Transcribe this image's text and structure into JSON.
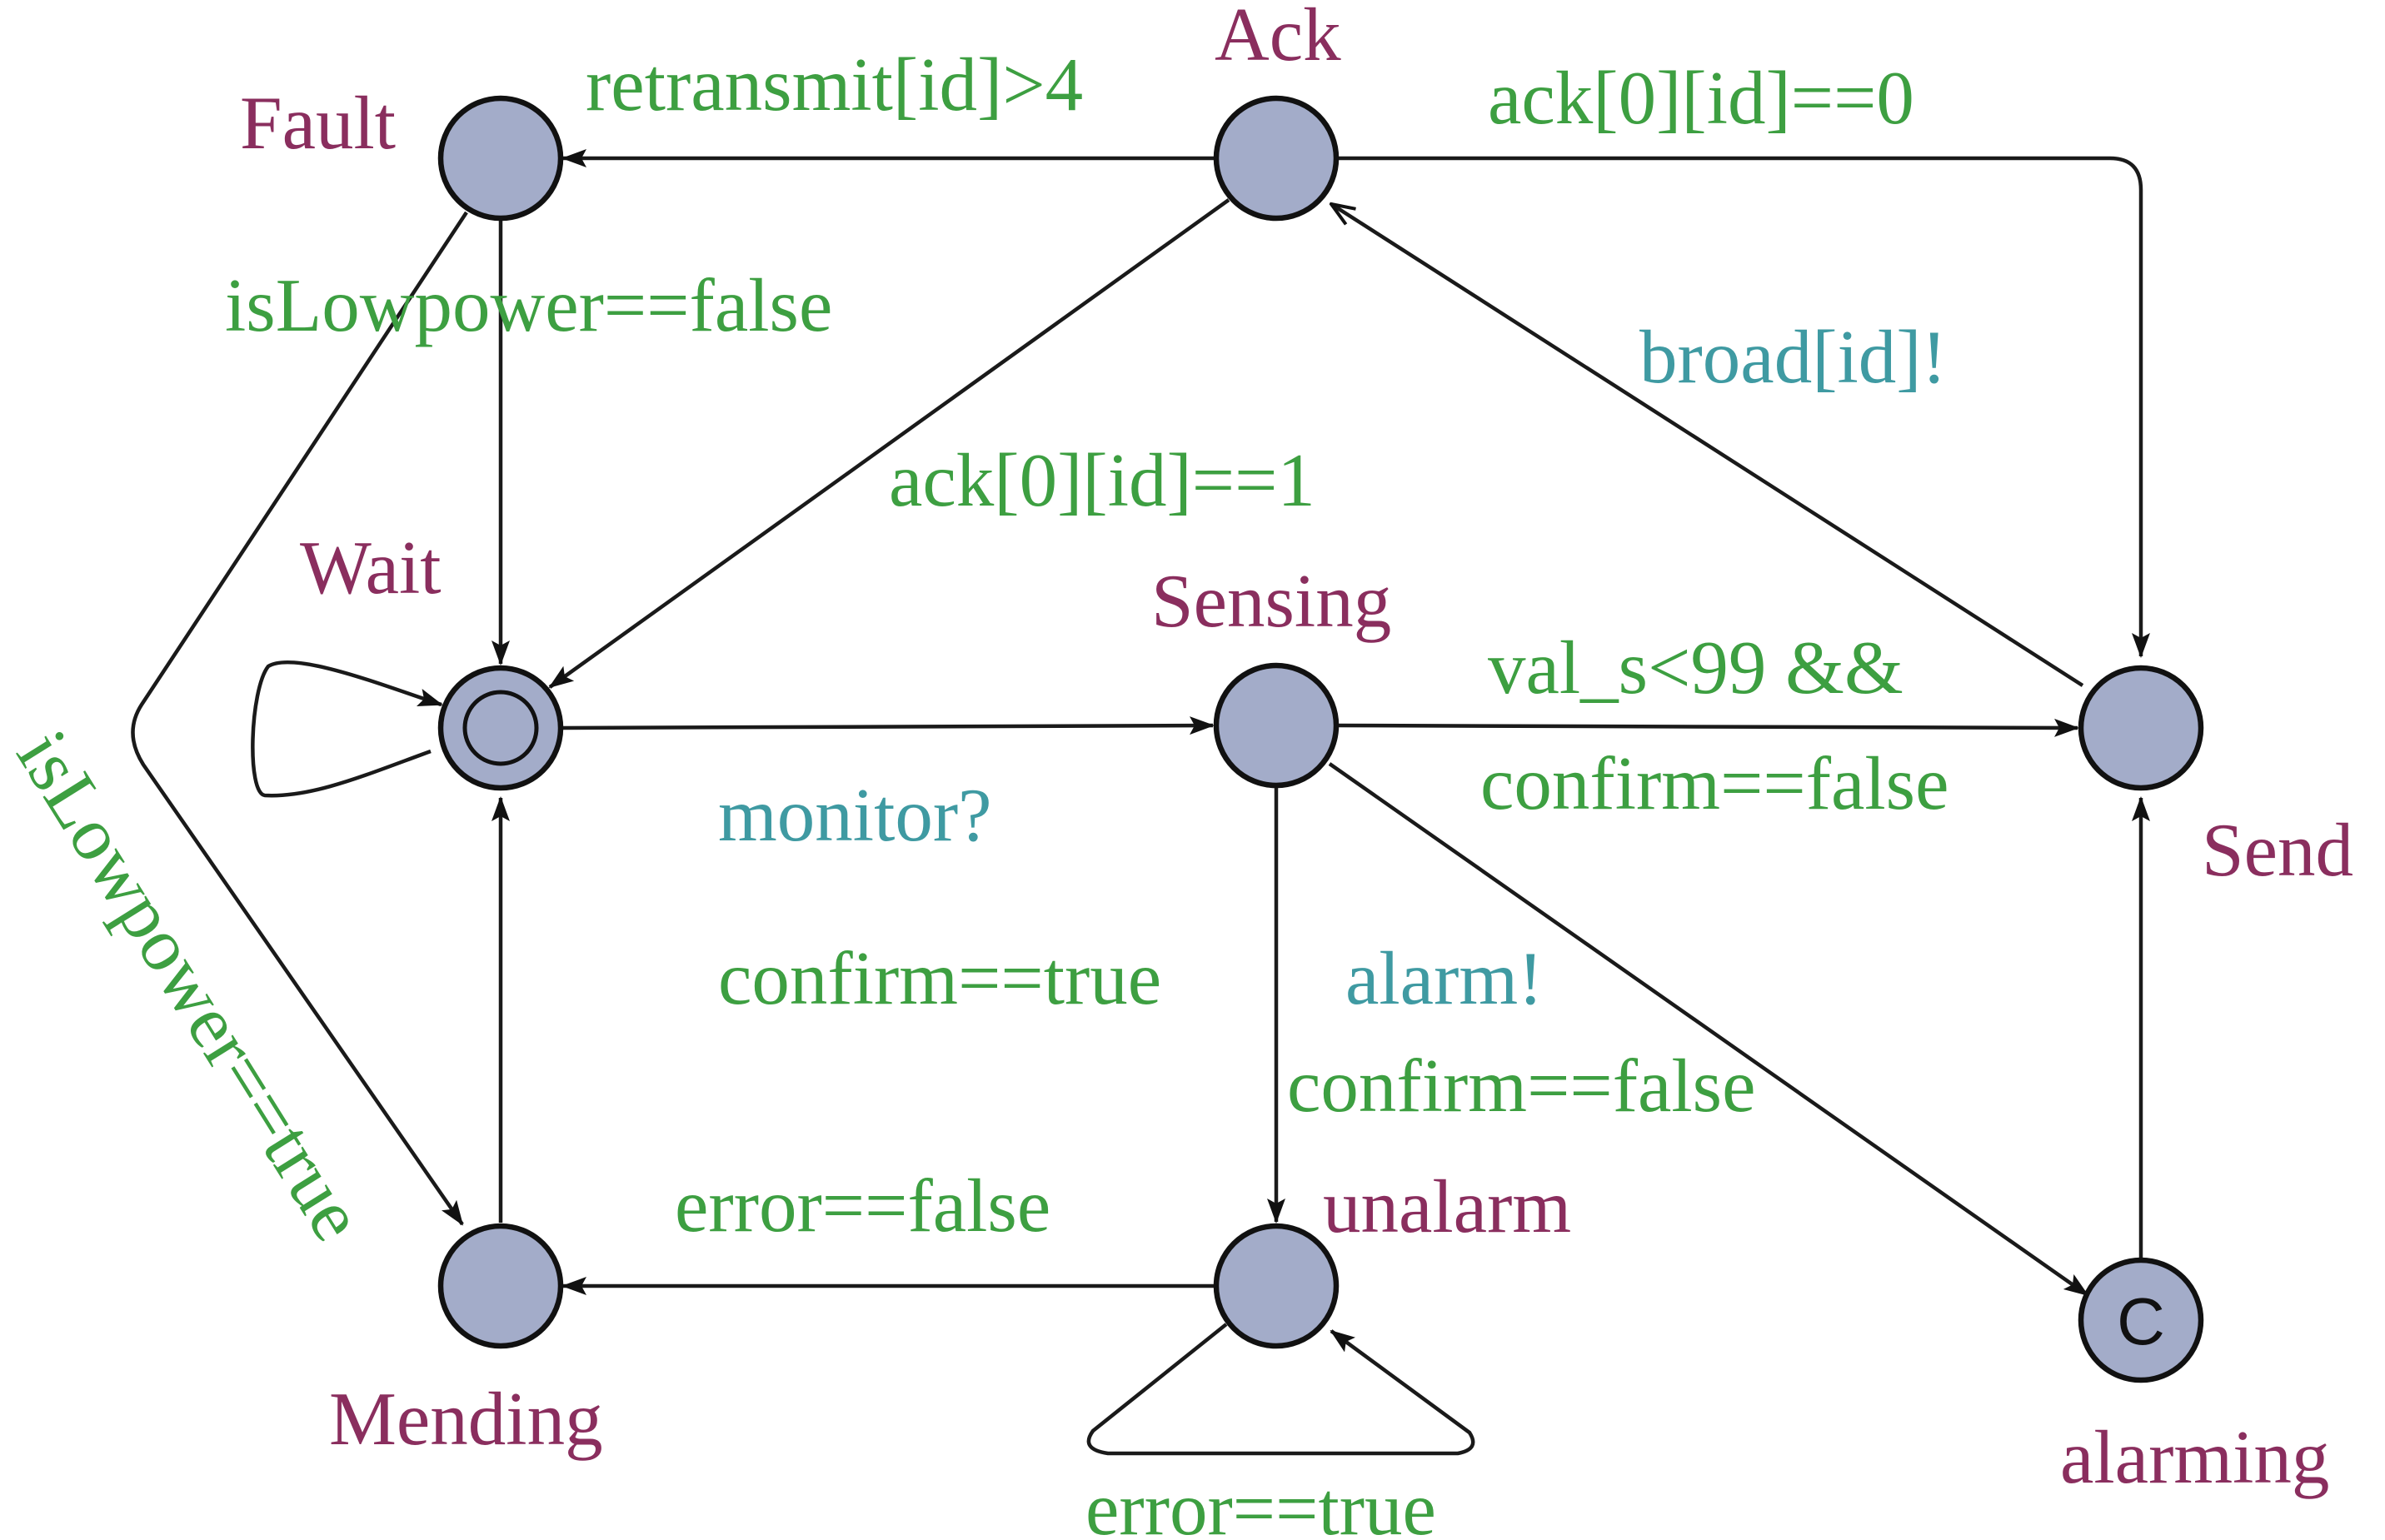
{
  "colors": {
    "state_fill": "#a3acc9",
    "state_stroke": "#111111",
    "edge": "#1a1a1a",
    "state_name": "#8a2e5e",
    "guard": "#3d9f41",
    "sync": "#3f9aa2"
  },
  "states": {
    "fault": "Fault",
    "ack": "Ack",
    "wait": "Wait",
    "sensing": "Sensing",
    "send": "Send",
    "mending": "Mending",
    "unalarm": "unalarm",
    "alarming": "alarming"
  },
  "committed_marker": "C",
  "labels": {
    "retransmit": "retransmit[id]>4",
    "ack0_id_eq0": "ack[0][id]==0",
    "is_lowpower_false": "isLowpower==false",
    "broad": "broad[id]!",
    "ack0_id_eq1": "ack[0][id]==1",
    "val_s_line1": "val_s<99 &&",
    "val_s_line2": "confirm==false",
    "monitor": "monitor?",
    "confirm_true": "confirm==true",
    "alarm": "alarm!",
    "confirm_false": "confirm==false",
    "error_false": "error==false",
    "error_true": "error==true",
    "is_lowpower_true": "isLowpower==true"
  }
}
